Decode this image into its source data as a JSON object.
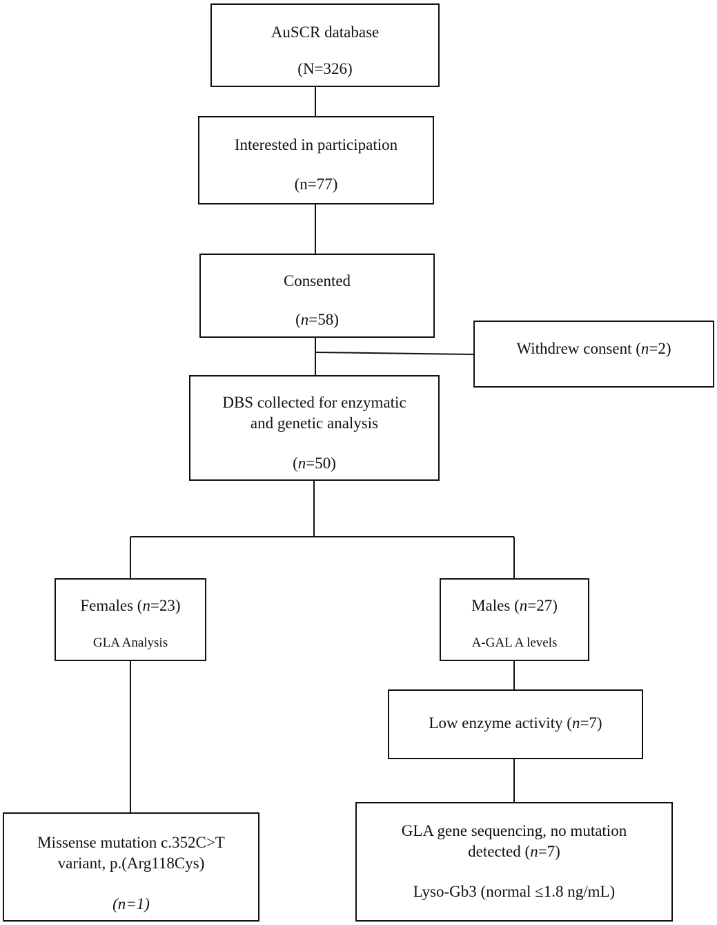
{
  "diagram": {
    "auscr": {
      "title": "AuSCR database",
      "count": "(N=326)"
    },
    "interested": {
      "title": "Interested in participation",
      "count": "(n=77)"
    },
    "consented": {
      "title": "Consented",
      "count_pre": "(",
      "count_var": "n",
      "count_post": "=58)"
    },
    "withdrew": {
      "title_pre": "Withdrew consent (",
      "title_var": "n",
      "title_post": "=2)"
    },
    "dbs": {
      "line1": "DBS collected for enzymatic",
      "line2": "and genetic analysis",
      "count_pre": "(",
      "count_var": "n",
      "count_post": "=50)"
    },
    "females": {
      "title_pre": "Females (",
      "title_var": "n",
      "title_post": "=23)",
      "subtitle": "GLA Analysis"
    },
    "males": {
      "title_pre": "Males (",
      "title_var": "n",
      "title_post": "=27)",
      "subtitle": "A-GAL A levels"
    },
    "low_enzyme": {
      "title_pre": "Low enzyme activity (",
      "title_var": "n",
      "title_post": "=7)"
    },
    "missense": {
      "line1": "Missense mutation c.352C>T",
      "line2": "variant, p.(Arg118Cys)",
      "count": "(n=1)"
    },
    "gla_seq": {
      "line1": "GLA gene sequencing, no mutation",
      "line2_pre": "detected (",
      "line2_var": "n",
      "line2_post": "=7)",
      "line3": "Lyso-Gb3 (normal ≤1.8 ng/mL)"
    }
  }
}
